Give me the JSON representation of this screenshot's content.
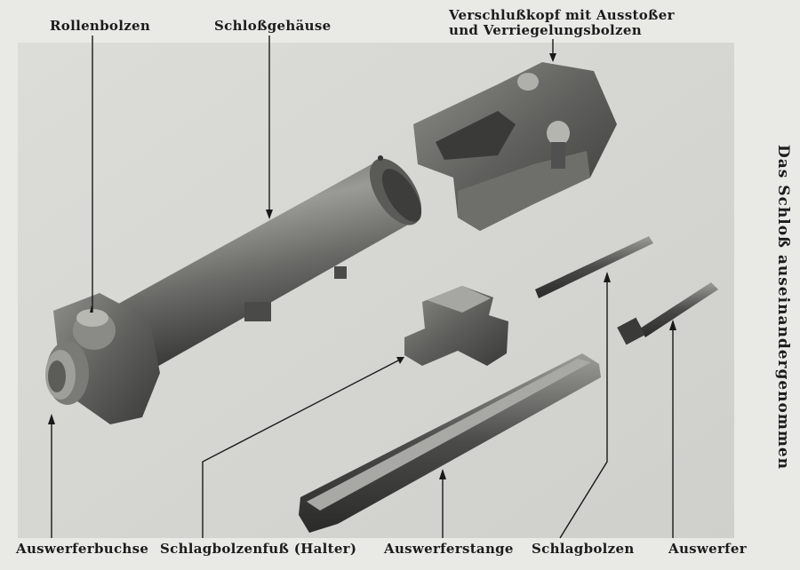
{
  "labels": {
    "rollenbolzen": "Rollenbolzen",
    "schlossgehaeuse": "Schloßgehäuse",
    "verschlusskopf_line1": "Verschlußkopf mit Ausstoßer",
    "verschlusskopf_line2": "und Verriegelungsbolzen",
    "auswerferbuchse": "Auswerferbuchse",
    "schlagbolzenfuss": "Schlagbolzenfuß (Halter)",
    "auswerferstange": "Auswerferstange",
    "schlagbolzen": "Schlagbolzen",
    "auswerfer": "Auswerfer"
  },
  "side_title": "Das Schloß auseinandergenommen"
}
